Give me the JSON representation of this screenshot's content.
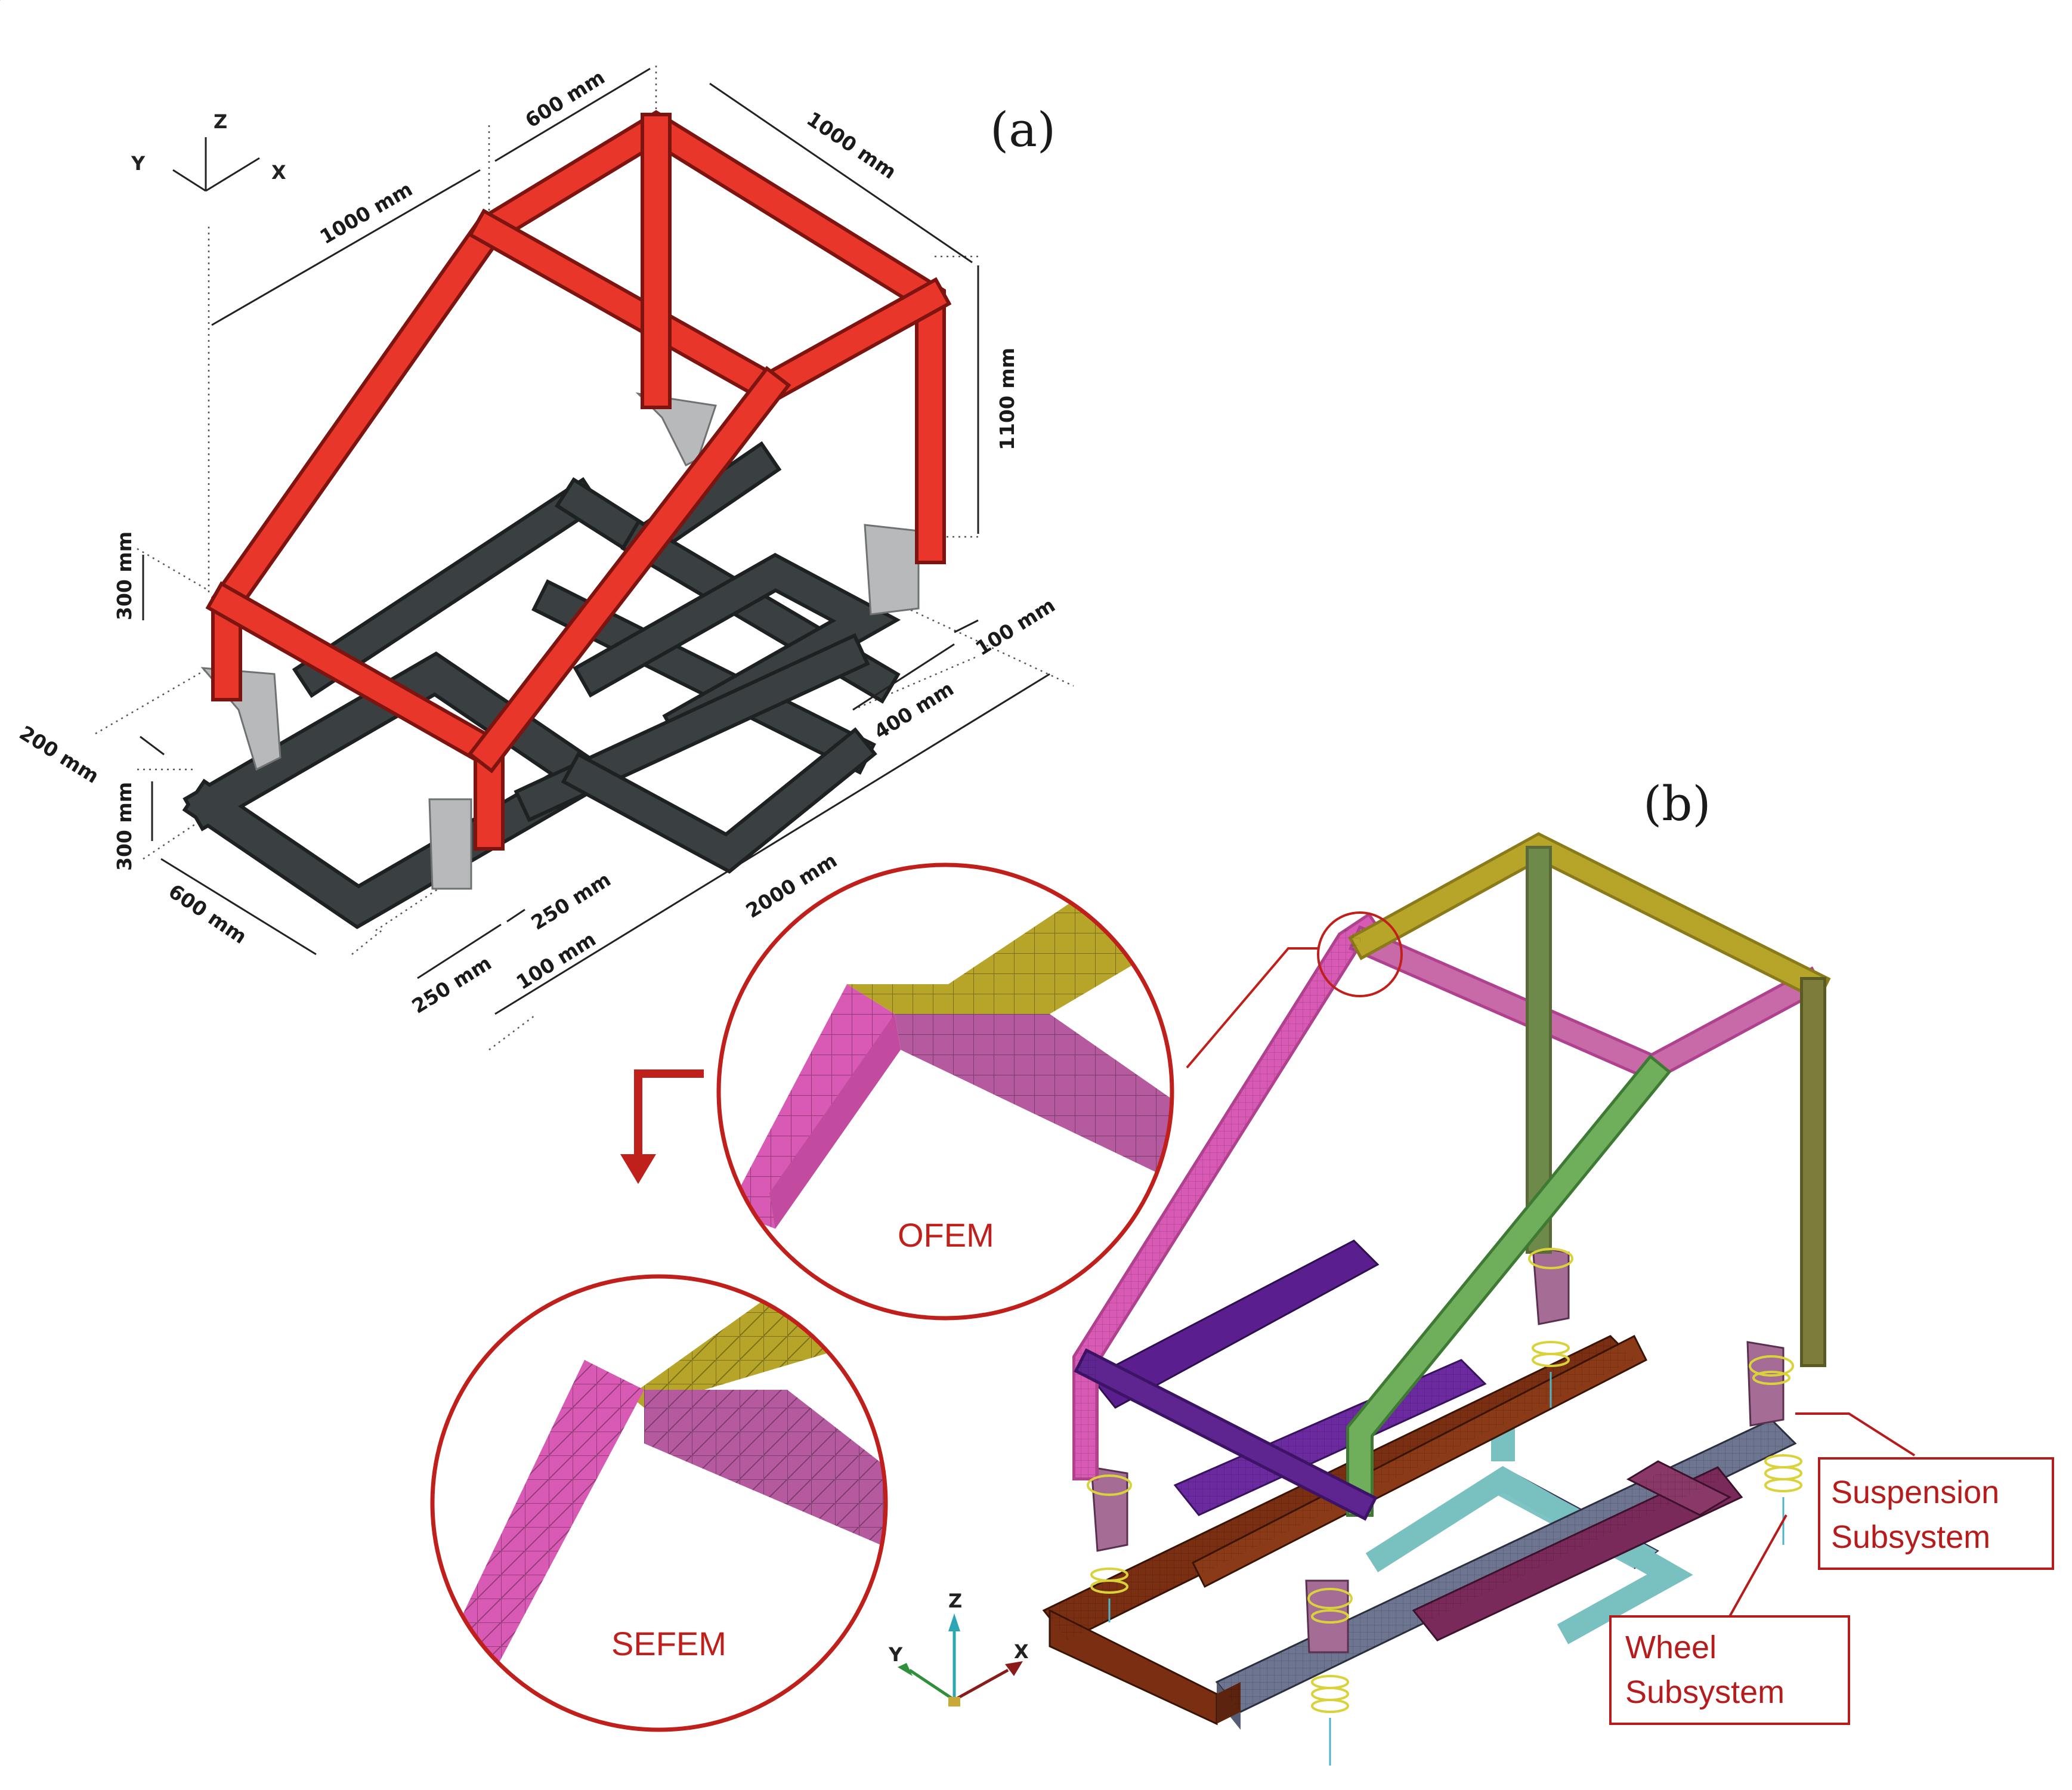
{
  "panels": {
    "a": "(a)",
    "b": "(b)"
  },
  "axes_a": {
    "x": "X",
    "y": "Y",
    "z": "Z"
  },
  "axes_b": {
    "x": "X",
    "y": "Y",
    "z": "Z"
  },
  "dimensions": {
    "top_600": "600 mm",
    "top_right_1000": "1000 mm",
    "top_left_1000": "1000 mm",
    "height_1100": "1100 mm",
    "left_300_upper": "300 mm",
    "left_300_lower": "300 mm",
    "left_200": "200 mm",
    "bottom_600": "600 mm",
    "front_250_a": "250 mm",
    "front_250_b": "250 mm",
    "front_100": "100 mm",
    "length_2000": "2000 mm",
    "right_400": "400 mm",
    "right_100": "100 mm"
  },
  "mesh_callouts": {
    "ofem": "OFEM",
    "sefem": "SEFEM"
  },
  "subsystems": {
    "suspension_line1": "Suspension",
    "suspension_line2": "Subsystem",
    "wheel_line1": "Wheel",
    "wheel_line2": "Subsystem"
  },
  "colors": {
    "roll_cage": "#e8362b",
    "base_frame": "#3a3f41",
    "mount": "#b7b9ba",
    "mesh_magenta": "#d85ab4",
    "mesh_olive": "#b7a52a",
    "mesh_green": "#6fae5a",
    "mesh_brown": "#7a2e12",
    "mesh_purple": "#6b2aa0",
    "mesh_teal": "#79c0c0",
    "mesh_maroon": "#7a2a5a",
    "callout_red": "#c0201c"
  }
}
